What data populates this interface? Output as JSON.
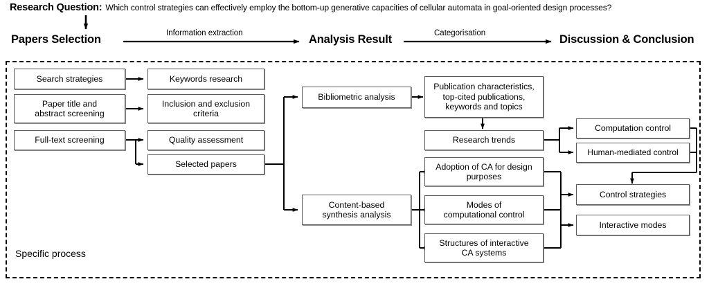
{
  "header": {
    "research_question_label": "Research Question:",
    "research_question_text": "Which control strategies can effectively employ the bottom-up generative capacities of cellular automata in goal-oriented design processes?",
    "stages": [
      {
        "id": "papers-selection",
        "label": "Papers Selection"
      },
      {
        "id": "analysis-result",
        "label": "Analysis Result"
      },
      {
        "id": "discussion-conclusion",
        "label": "Discussion & Conclusion"
      }
    ],
    "edge_labels": [
      {
        "id": "information-extraction",
        "label": "Information extraction"
      },
      {
        "id": "categorisation",
        "label": "Categorisation"
      }
    ]
  },
  "container": {
    "caption": "Specific process"
  },
  "nodes": {
    "search_strategies": "Search strategies",
    "paper_title_abstract_screening": "Paper title and\nabstract screening",
    "full_text_screening": "Full-text screening",
    "keywords_research": "Keywords research",
    "inclusion_exclusion_criteria": "Inclusion and exclusion\ncriteria",
    "quality_assessment": "Quality assessment",
    "selected_papers": "Selected papers",
    "bibliometric_analysis": "Bibliometric analysis",
    "content_based_synthesis_analysis": "Content-based\nsynthesis analysis",
    "publication_characteristics": "Publication characteristics,\ntop-cited publications,\nkeywords and topics",
    "research_trends": "Research trends",
    "adoption_of_ca": "Adoption of CA for design\npurposes",
    "modes_of_computational_control": "Modes of\ncomputational control",
    "structures_of_interactive_ca": "Structures of interactive\nCA systems",
    "computation_control": "Computation control",
    "human_mediated_control": "Human-mediated control",
    "control_strategies": "Control strategies",
    "interactive_modes": "Interactive modes"
  },
  "colors": {
    "background": "#ffffff",
    "line": "#000000",
    "node_border": "#5a5a5a",
    "node_shadow": "#8a8a8a",
    "text": "#000000"
  },
  "chart_data": {
    "type": "diagram",
    "diagram_kind": "flowchart",
    "title": "Research methodology flowchart",
    "columns": [
      "Papers Selection",
      "Analysis Result",
      "Discussion & Conclusion"
    ],
    "edges": [
      {
        "from": "search_strategies",
        "to": "keywords_research"
      },
      {
        "from": "paper_title_abstract_screening",
        "to": "inclusion_exclusion_criteria"
      },
      {
        "from": "full_text_screening",
        "to": "quality_assessment"
      },
      {
        "from": "full_text_screening",
        "to": "selected_papers"
      },
      {
        "from": "selected_papers",
        "to": "bibliometric_analysis"
      },
      {
        "from": "selected_papers",
        "to": "content_based_synthesis_analysis"
      },
      {
        "from": "bibliometric_analysis",
        "to": "publication_characteristics"
      },
      {
        "from": "publication_characteristics",
        "to": "research_trends"
      },
      {
        "from": "research_trends",
        "to": "computation_control"
      },
      {
        "from": "research_trends",
        "to": "human_mediated_control"
      },
      {
        "from": "content_based_synthesis_analysis",
        "to": "adoption_of_ca"
      },
      {
        "from": "content_based_synthesis_analysis",
        "to": "modes_of_computational_control"
      },
      {
        "from": "content_based_synthesis_analysis",
        "to": "structures_of_interactive_ca"
      },
      {
        "from": "adoption_of_ca",
        "to": "control_strategies"
      },
      {
        "from": "modes_of_computational_control",
        "to": "control_strategies"
      },
      {
        "from": "structures_of_interactive_ca",
        "to": "interactive_modes"
      },
      {
        "from": "computation_control",
        "to": "control_strategies"
      },
      {
        "from": "human_mediated_control",
        "to": "control_strategies"
      }
    ]
  }
}
